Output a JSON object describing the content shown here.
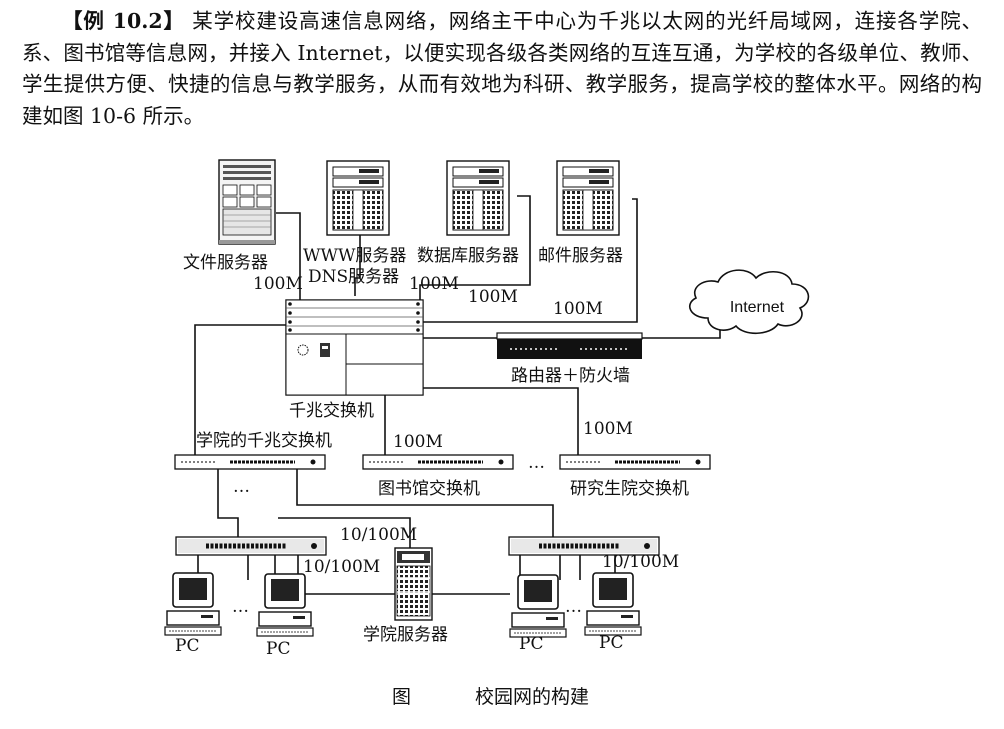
{
  "paragraph": {
    "tag": "【例 10.2】",
    "text": "某学校建设高速信息网络，网络主干中心为千兆以太网的光纤局域网，连接各学院、系、图书馆等信息网，并接入 Internet，以便实现各级各类网络的互连互通，为学校的各级单位、教师、学生提供方便、快捷的信息与教学服务，从而有效地为科研、教学服务，提高学校的整体水平。网络的构建如图 10-6 所示。"
  },
  "diagram": {
    "servers": {
      "file": "文件服务器",
      "www": "WWW服务器",
      "dns": "DNS服务器",
      "database": "数据库服务器",
      "mail": "邮件服务器"
    },
    "core_switch": "千兆交换机",
    "internet": "Internet",
    "router": "路由器＋防火墙",
    "college_switch": "学院的千兆交换机",
    "library_switch": "图书馆交换机",
    "grad_switch": "研究生院交换机",
    "college_server": "学院服务器",
    "pc": "PC",
    "ellipsis": "…",
    "speeds": {
      "file_link": "100M",
      "www_link": "100M",
      "db_link": "100M",
      "mail_link": "100M",
      "library_link": "100M",
      "grad_link": "100M",
      "access_left": "10/100M",
      "access_mid": "10/100M",
      "access_right": "10/100M"
    }
  },
  "caption": {
    "prefix": "图",
    "title": "校园网的构建"
  }
}
